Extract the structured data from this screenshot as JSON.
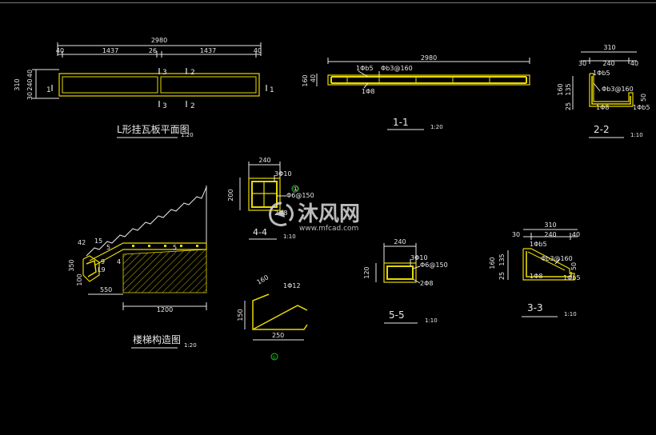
{
  "colors": {
    "background": "#000000",
    "outline": "#e8d800",
    "rebar": "#e8d800",
    "dimension": "#e8e8e8",
    "marker": "#19c419",
    "watermark": "#d0d0d0"
  },
  "plan": {
    "total": "2980",
    "left_half": "1437",
    "center": "26",
    "right_half": "1437",
    "end_left": "40",
    "end_right": "40",
    "height_total": "310",
    "h_top": "40",
    "h_mid": "240",
    "h_bot": "30",
    "section_mark_1": "1",
    "section_mark_2": "2",
    "section_mark_3": "3",
    "caption": "L形挂瓦板平面图",
    "scale": "1:20"
  },
  "section_1_1": {
    "length": "2980",
    "bar_top": "1Φb5",
    "stirrup": "Φb3@160",
    "bar_bottom": "1Φ8",
    "height_top": "40",
    "height_total": "160",
    "caption": "1-1",
    "scale": "1:20"
  },
  "section_2_2": {
    "width_total": "310",
    "w_left": "30",
    "w_mid": "240",
    "w_right": "40",
    "bar_top": "1Φb5",
    "stirrup": "Φb3@160",
    "bar_bottom": "1Φ8",
    "bar_right": "1Φb5",
    "h_total": "160",
    "h_main": "135",
    "h_bottom": "25",
    "lip_h": "50",
    "caption": "2-2",
    "scale": "1:10"
  },
  "section_4_4": {
    "width": "240",
    "top_bars": "3Φ10",
    "stirrup": "Φ6@150",
    "bottom_bars": "2Φ8",
    "height": "200",
    "marker": "①",
    "caption": "4-4",
    "scale": "1:10"
  },
  "section_5_5": {
    "width": "240",
    "top_bars": "3Φ10",
    "stirrup": "Φ6@150",
    "bottom_bars": "2Φ8",
    "height": "120",
    "caption": "5-5",
    "scale": "1:10"
  },
  "section_3_3": {
    "width_total": "310",
    "w_left": "30",
    "w_mid": "240",
    "w_right": "40",
    "bar_top": "1Φb5",
    "stirrup": "Φb3@160",
    "bar_bottom": "1Φ8",
    "bar_right": "1Φb5",
    "h_total": "160",
    "h_main": "135",
    "h_bottom": "25",
    "lip_h": "50",
    "caption": "3-3",
    "scale": "1:10"
  },
  "stair": {
    "label_42": "42",
    "label_15": "15",
    "label_5a": "5",
    "label_5b": "5",
    "label_4": "4",
    "label_9": "9",
    "label_l9": "L9",
    "label_350": "350",
    "label_100": "100",
    "label_550": "550",
    "width": "1200",
    "caption": "楼梯构造图",
    "scale": "1:20"
  },
  "bar_1": {
    "top": "160",
    "bar": "1Φ12",
    "height": "150",
    "width": "250",
    "marker": "①"
  },
  "watermark": {
    "brand": "沐风网",
    "url": "www.mfcad.com"
  }
}
